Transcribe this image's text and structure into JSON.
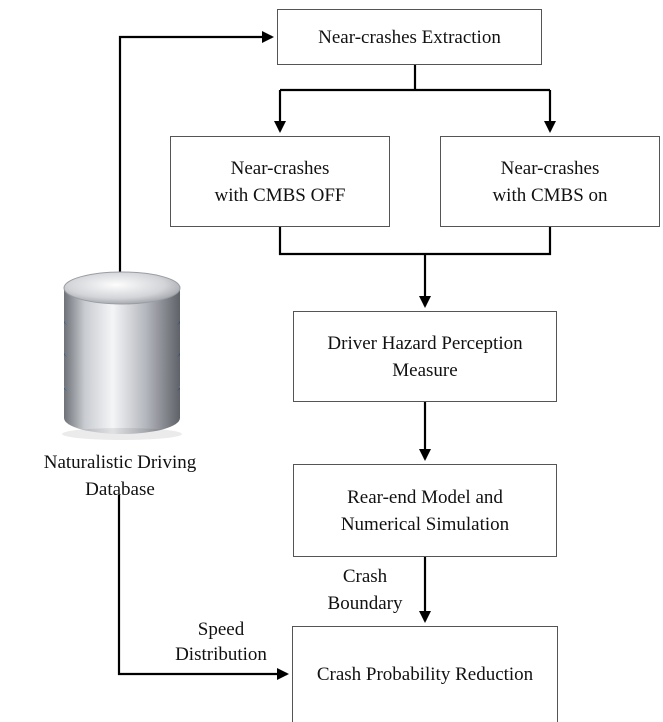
{
  "nodes": {
    "extraction": "Near-crashes Extraction",
    "cmbs_off": [
      "Near-crashes",
      "with CMBS OFF"
    ],
    "cmbs_on": [
      "Near-crashes",
      "with CMBS on"
    ],
    "hazard": [
      "Driver Hazard Perception",
      "Measure"
    ],
    "rear_end": [
      "Rear-end Model and",
      "Numerical Simulation"
    ],
    "crash_reduction": "Crash Probability Reduction",
    "database": [
      "Naturalistic Driving",
      "Database"
    ]
  },
  "edge_labels": {
    "crash_boundary": [
      "Crash",
      "Boundary"
    ],
    "speed_distribution": [
      "Speed",
      "Distribution"
    ]
  },
  "icons": {
    "database": "database-cylinder-icon"
  },
  "colors": {
    "stroke": "#000000",
    "box_border": "#555555",
    "db_metal": "#b9bcc2",
    "db_glow": "#3aa9f0"
  }
}
